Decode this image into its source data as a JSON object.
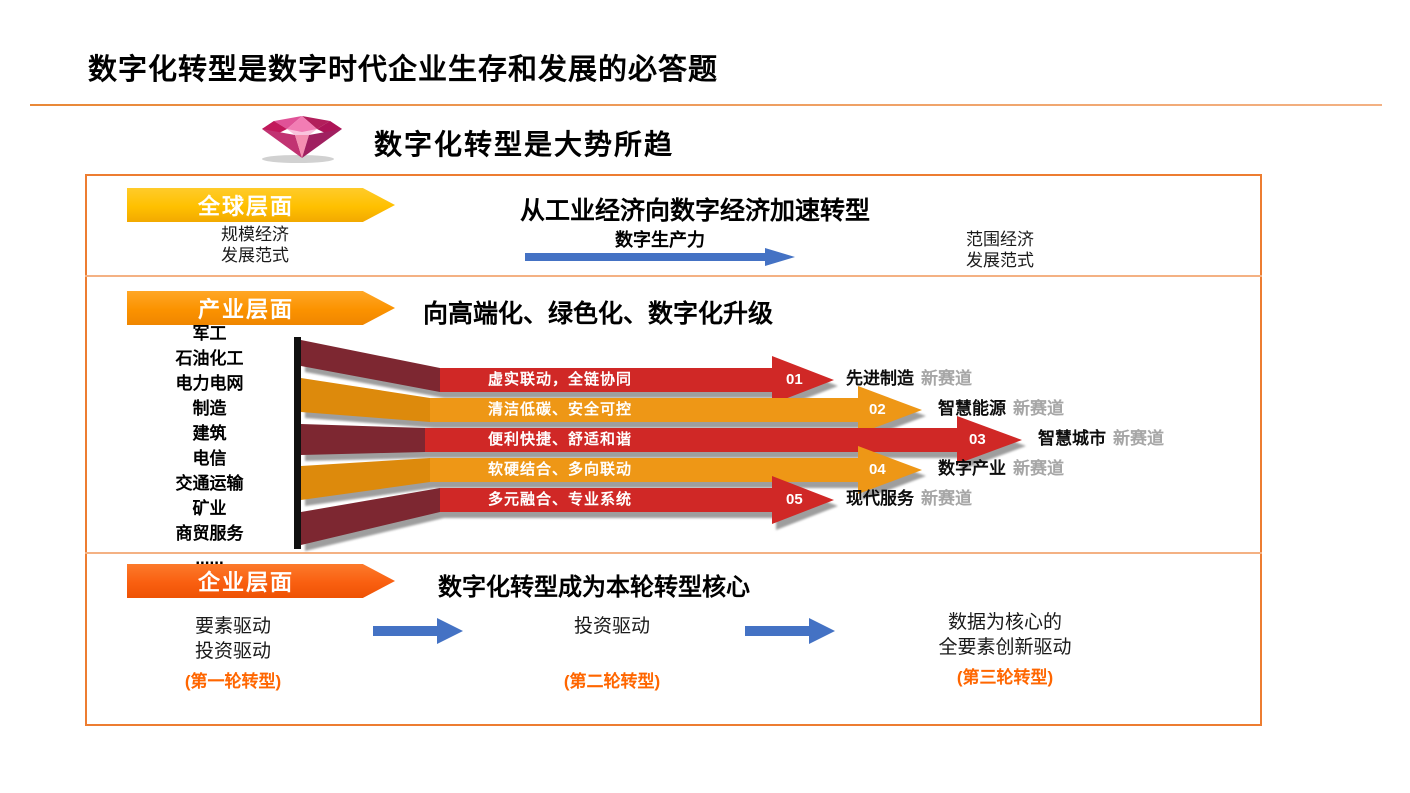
{
  "title": "数字化转型是数字时代企业生存和发展的必答题",
  "subtitle": "数字化转型是大势所趋",
  "icons": {
    "subtitle_bullet": "diamond-icon"
  },
  "colors": {
    "box_border": "#ED7D31",
    "divider": "#F4B183",
    "banner_global": "#FFC000",
    "banner_industry": "#FB9200",
    "banner_enterprise": "#F95F10",
    "arrow_red": "#D02826",
    "arrow_red_dark": "#7D2731",
    "arrow_orange": "#EE9716",
    "arrow_orange_dark": "#DD8A0C",
    "arrow_blue": "#4472C4",
    "tag_gray": "#A6A6A6",
    "stage_tag_orange": "#FF6600"
  },
  "global": {
    "banner": "全球层面",
    "heading": "从工业经济向数字经济加速转型",
    "left_line1": "规模经济",
    "left_line2": "发展范式",
    "arrow_label": "数字生产力",
    "right_line1": "范围经济",
    "right_line2": "发展范式"
  },
  "industry": {
    "banner": "产业层面",
    "heading": "向高端化、绿色化、数字化升级",
    "sectors": [
      "军工",
      "石油化工",
      "电力电网",
      "制造",
      "建筑",
      "电信",
      "交通运输",
      "矿业",
      "商贸服务",
      "......"
    ],
    "rows": [
      {
        "num": "01",
        "feature": "虚实联动，全链协同",
        "track": "先进制造",
        "tag": "新赛道"
      },
      {
        "num": "02",
        "feature": "清洁低碳、安全可控",
        "track": "智慧能源",
        "tag": "新赛道"
      },
      {
        "num": "03",
        "feature": "便利快捷、舒适和谐",
        "track": "智慧城市",
        "tag": "新赛道"
      },
      {
        "num": "04",
        "feature": "软硬结合、多向联动",
        "track": "数字产业",
        "tag": "新赛道"
      },
      {
        "num": "05",
        "feature": "多元融合、专业系统",
        "track": "现代服务",
        "tag": "新赛道"
      }
    ]
  },
  "enterprise": {
    "banner": "企业层面",
    "heading": "数字化转型成为本轮转型核心",
    "stages": [
      {
        "line1": "要素驱动",
        "line2": "投资驱动",
        "tag": "(第一轮转型)"
      },
      {
        "line1": "投资驱动",
        "line2": "",
        "tag": "(第二轮转型)"
      },
      {
        "line1": "数据为核心的",
        "line2": "全要素创新驱动",
        "tag": "(第三轮转型)"
      }
    ]
  }
}
